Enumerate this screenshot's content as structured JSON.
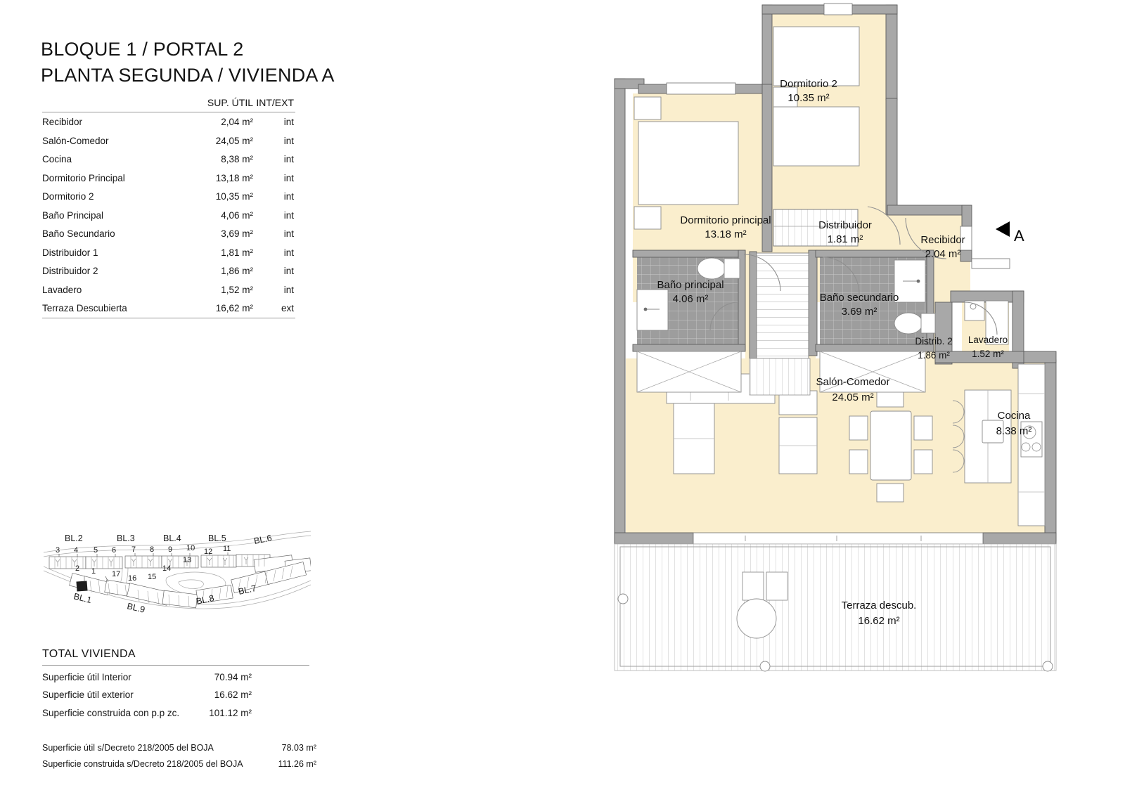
{
  "title": {
    "line1": "BLOQUE 1 / PORTAL 2",
    "line2": "PLANTA SEGUNDA / VIVIENDA A"
  },
  "schedule": {
    "headers": {
      "room": "",
      "sup_util": "SUP. ÚTIL",
      "int_ext": "INT/EXT"
    },
    "rows": [
      {
        "room": "Recibidor",
        "area": "2,04 m²",
        "ie": "int"
      },
      {
        "room": "Salón-Comedor",
        "area": "24,05 m²",
        "ie": "int"
      },
      {
        "room": "Cocina",
        "area": "8,38 m²",
        "ie": "int"
      },
      {
        "room": "Dormitorio Principal",
        "area": "13,18 m²",
        "ie": "int"
      },
      {
        "room": "Dormitorio 2",
        "area": "10,35 m²",
        "ie": "int"
      },
      {
        "room": "Baño Principal",
        "area": "4,06 m²",
        "ie": "int"
      },
      {
        "room": "Baño Secundario",
        "area": "3,69 m²",
        "ie": "int"
      },
      {
        "room": "Distribuidor 1",
        "area": "1,81 m²",
        "ie": "int"
      },
      {
        "room": "Distribuidor 2",
        "area": "1,86 m²",
        "ie": "int"
      },
      {
        "room": "Lavadero",
        "area": "1,52 m²",
        "ie": "int"
      },
      {
        "room": "Terraza Descubierta",
        "area": "16,62 m²",
        "ie": "ext"
      }
    ]
  },
  "totals": {
    "heading": "TOTAL VIVIENDA",
    "rows": [
      {
        "label": "Superficie útil Interior",
        "value": "70.94 m²"
      },
      {
        "label": "Superficie útil exterior",
        "value": "16.62 m²"
      },
      {
        "label": "Superficie construida con p.p zc.",
        "value": "101.12 m²"
      }
    ]
  },
  "decreto": {
    "rows": [
      {
        "label": "Superficie útil s/Decreto 218/2005 del BOJA",
        "value": "78.03 m²"
      },
      {
        "label": "Superficie construida s/Decreto 218/2005 del BOJA",
        "value": "111.26 m²"
      }
    ]
  },
  "keymap": {
    "blocks": [
      "BL.2",
      "BL.3",
      "BL.4",
      "BL.5",
      "BL.6",
      "BL.1",
      "BL.9",
      "BL.8",
      "BL.7"
    ],
    "numbers": [
      "3",
      "4",
      "5",
      "6",
      "7",
      "8",
      "9",
      "10",
      "11",
      "12",
      "13",
      "14",
      "15",
      "16",
      "17",
      "1",
      "2"
    ]
  },
  "plan": {
    "entrance_marker": "A",
    "rooms": [
      {
        "name": "Dormitorio 2",
        "area": "10.35 m²"
      },
      {
        "name": "Dormitorio principal",
        "area": "13.18 m²"
      },
      {
        "name": "Distribuidor",
        "area": "1.81 m²"
      },
      {
        "name": "Recibidor",
        "area": "2.04 m²"
      },
      {
        "name": "Baño principal",
        "area": "4.06 m²"
      },
      {
        "name": "Baño secundario",
        "area": "3.69 m²"
      },
      {
        "name": "Distrib. 2",
        "area": "1.86 m²"
      },
      {
        "name": "Lavadero",
        "area": "1.52 m²"
      },
      {
        "name": "Salón-Comedor",
        "area": "24.05 m²"
      },
      {
        "name": "Cocina",
        "area": "8.38 m²"
      },
      {
        "name": "Terraza descub.",
        "area": "16.62 m²"
      }
    ]
  },
  "colors": {
    "floor_fill": "#faeecd",
    "wall_gray": "#a8a8a8",
    "tile_gray": "#9d9d9d",
    "furniture_white": "#ffffff",
    "line": "#6e6e6e"
  }
}
